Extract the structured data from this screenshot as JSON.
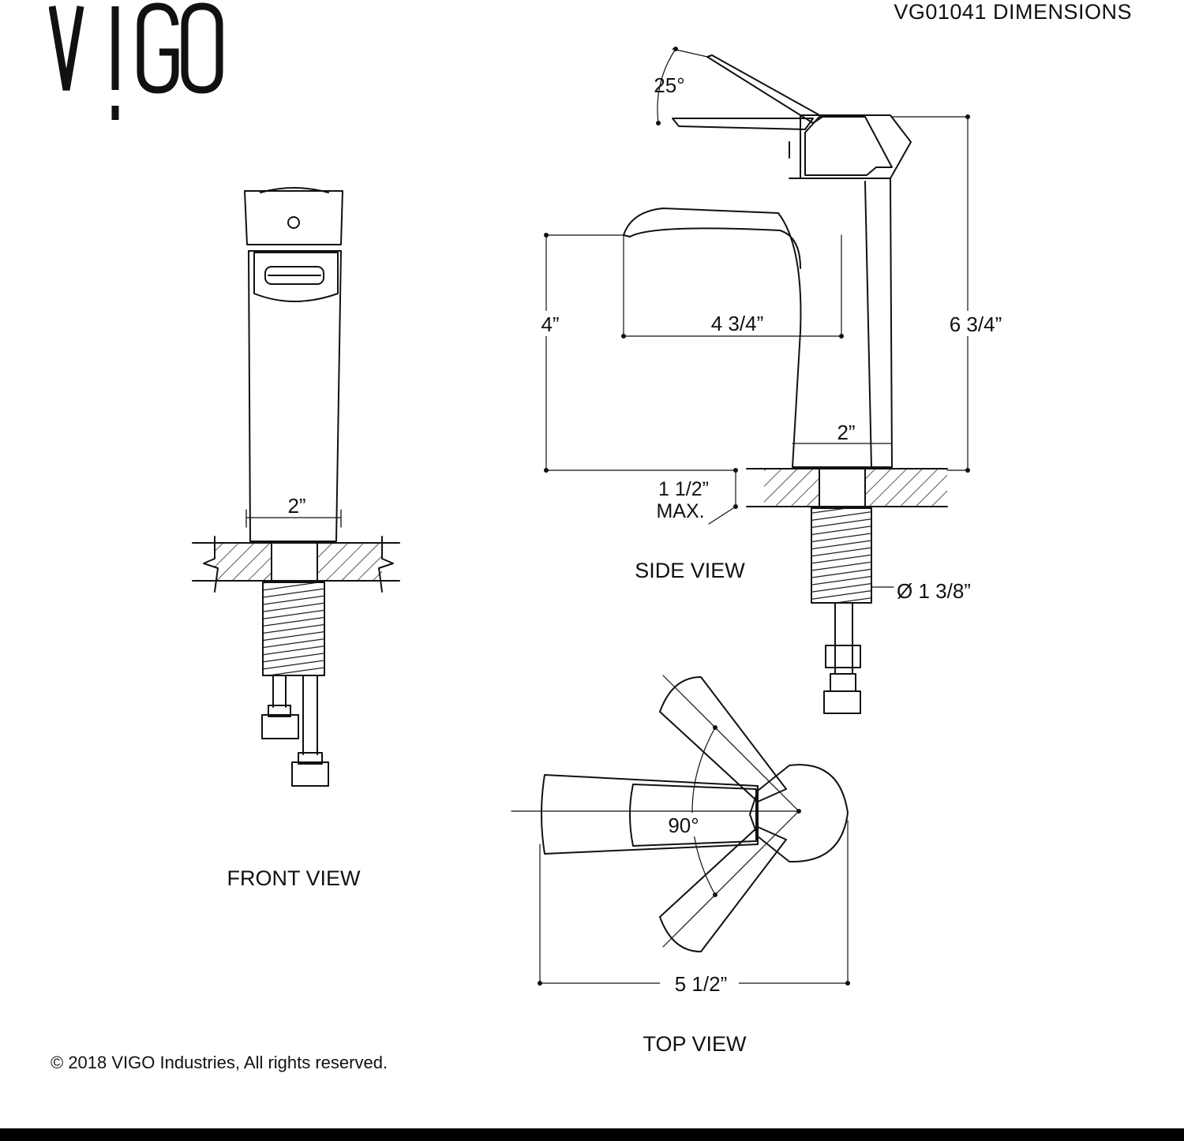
{
  "header": {
    "brand": "VIGO",
    "title": "VG01041 DIMENSIONS"
  },
  "views": {
    "front": {
      "label": "FRONT VIEW",
      "base_width": "2”"
    },
    "side": {
      "label": "SIDE VIEW",
      "handle_angle": "25°",
      "spout_height": "4”",
      "spout_reach": "4 3/4”",
      "total_height": "6 3/4”",
      "base_width": "2”",
      "deck_thickness": "1 1/2”",
      "deck_thickness_note": "MAX.",
      "shank_diameter": "Ø 1 3/8”"
    },
    "top": {
      "label": "TOP VIEW",
      "rotation_angle": "90°",
      "overall_length": "5 1/2”"
    }
  },
  "footer": {
    "copyright": "© 2018 VIGO Industries, All rights reserved."
  }
}
